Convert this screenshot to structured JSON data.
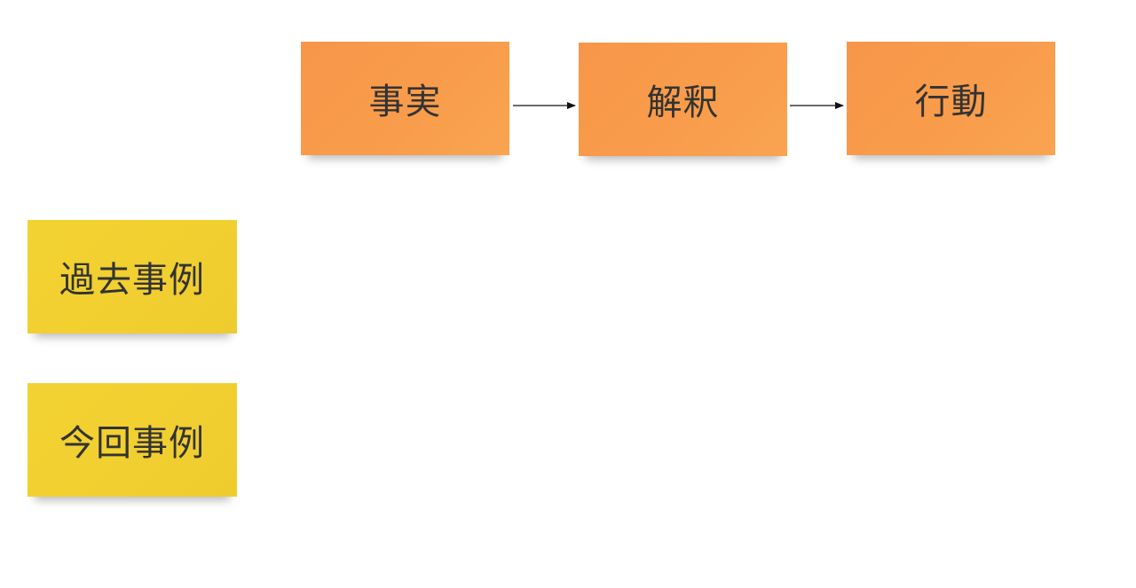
{
  "flow": {
    "steps": [
      {
        "label": "事実",
        "color": "#f89a4b"
      },
      {
        "label": "解釈",
        "color": "#f89a4b"
      },
      {
        "label": "行動",
        "color": "#f89a4b"
      }
    ]
  },
  "cases": {
    "rows": [
      {
        "label": "過去事例",
        "color": "#f1cf30"
      },
      {
        "label": "今回事例",
        "color": "#f1cf30"
      }
    ]
  }
}
